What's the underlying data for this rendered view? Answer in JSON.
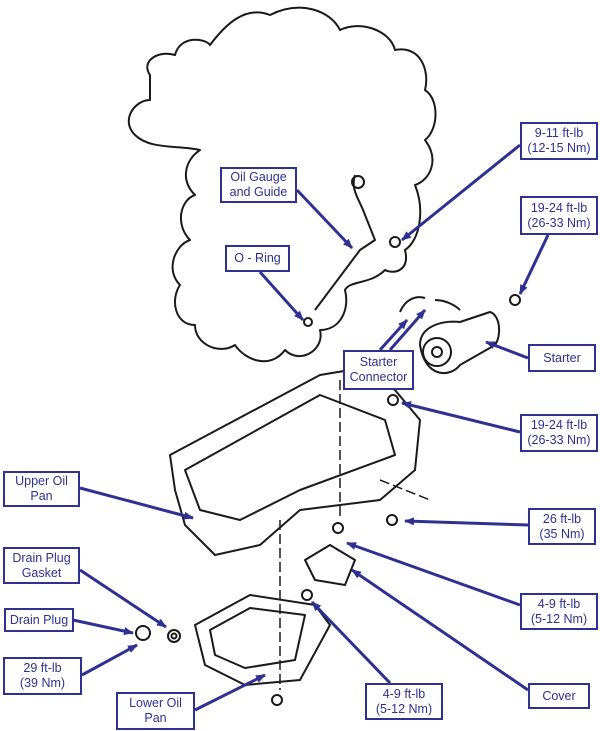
{
  "colors": {
    "label": "#2e3192",
    "line_art": "#1a1a1a"
  },
  "labels": {
    "torque_gauge_bolt": [
      "9-11 ft-lb",
      "(12-15 Nm)"
    ],
    "oil_gauge": [
      "Oil Gauge",
      "and Guide"
    ],
    "torque_starter_top": [
      "19-24 ft-lb",
      "(26-33 Nm)"
    ],
    "o_ring": [
      "O - Ring"
    ],
    "starter": [
      "Starter"
    ],
    "starter_connector": [
      "Starter",
      "Connector"
    ],
    "torque_starter_bottom": [
      "19-24 ft-lb",
      "(26-33 Nm)"
    ],
    "upper_oil_pan": [
      "Upper Oil",
      "Pan"
    ],
    "torque_26": [
      "26 ft-lb",
      "(35 Nm)"
    ],
    "drain_plug_gasket": [
      "Drain Plug",
      "Gasket"
    ],
    "torque_cover": [
      "4-9 ft-lb",
      "(5-12 Nm)"
    ],
    "drain_plug": [
      "Drain Plug"
    ],
    "torque_drain_plug": [
      "29 ft-lb",
      "(39 Nm)"
    ],
    "cover": [
      "Cover"
    ],
    "lower_oil_pan": [
      "Lower Oil",
      "Pan"
    ],
    "torque_lower_pan": [
      "4-9 ft-lb",
      "(5-12 Nm)"
    ]
  }
}
